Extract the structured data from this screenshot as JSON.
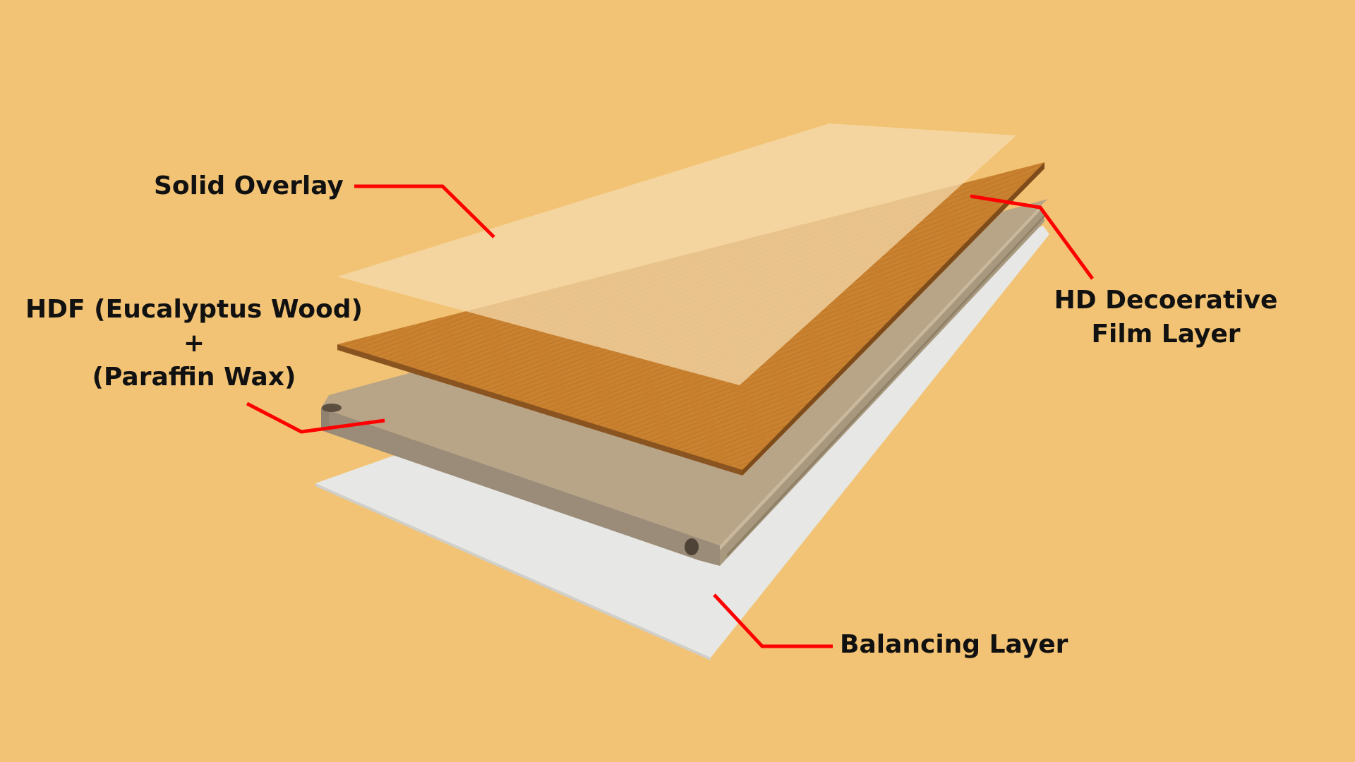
{
  "diagram": {
    "colors": {
      "background": "#f2c374",
      "leader_line": "#ff0000",
      "solid_overlay": "#f5ddb0",
      "decorative_film": "#c8802e",
      "hdf_core": "#b8a486",
      "balancing_layer": "#e7e7e5"
    },
    "labels": {
      "solid_overlay": "Solid Overlay",
      "hdf_line1": "HDF (Eucalyptus Wood)",
      "hdf_line2": "+",
      "hdf_line3": "(Paraffin Wax)",
      "hd_film_line1": "HD Decoerative",
      "hd_film_line2": "Film Layer",
      "balancing_layer": "Balancing Layer"
    }
  }
}
